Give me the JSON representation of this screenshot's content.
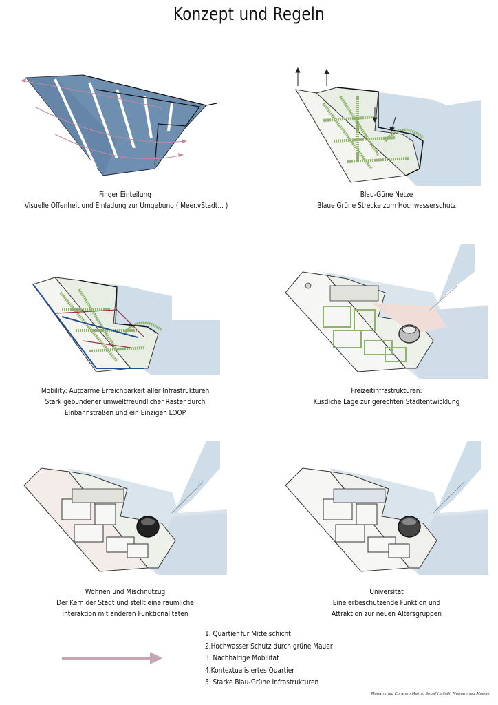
{
  "page": {
    "title": "Konzept und Regeln"
  },
  "colors": {
    "water": "#cfdde8",
    "blue_fill": "#6f8fb0",
    "green": "#b7d49a",
    "plaza": "#f1ddd8",
    "arrow": "#c7a6b3"
  },
  "panels": [
    {
      "key": "finger",
      "caption": [
        "Finger Einteilung",
        "Visuelle Offenheit und Einladung zur Umgebung ( Meer.vStadt... )"
      ]
    },
    {
      "key": "blau_gruen",
      "caption": [
        "Blau-Güne Netze",
        "Blaue Grüne Strecke zum Hochwasserschutz"
      ]
    },
    {
      "key": "mobility",
      "caption": [
        "Mobility: Autoarme Erreichbarkeit aller Infrastrukturen",
        "Stark gebundener umweltfreundlicher Raster durch",
        "Einbahnstraßen und ein Einzigen LOOP"
      ]
    },
    {
      "key": "freizeit",
      "caption": [
        "Freizeitinfrastrukturen:",
        "Küstliche Lage zur gerechten Stadtentwicklung"
      ]
    },
    {
      "key": "wohnen",
      "caption": [
        "Wohnen und Mischnutzug",
        "Der Kern der Stadt und stellt eine räumliche",
        "Interaktion mit anderen Funktionalitäten"
      ]
    },
    {
      "key": "universitaet",
      "caption": [
        "Universität",
        "Eine erbeschützende Funktion und",
        "Attraktion zur neuen Altersgruppen"
      ]
    }
  ],
  "legend": {
    "items": [
      "1. Quartier für Mittelschicht",
      "2.Hochwasser Schutz durch grüne Mauer",
      "3. Nachhaltige Mobilität",
      "4.Kontextualisiertes Quartier",
      "5. Starke Blau-Grüne Infrastrukturen"
    ]
  },
  "credits": "Mohammed Ebrahim Makni, Simaf Hajlaili, Mohammad Alawak"
}
